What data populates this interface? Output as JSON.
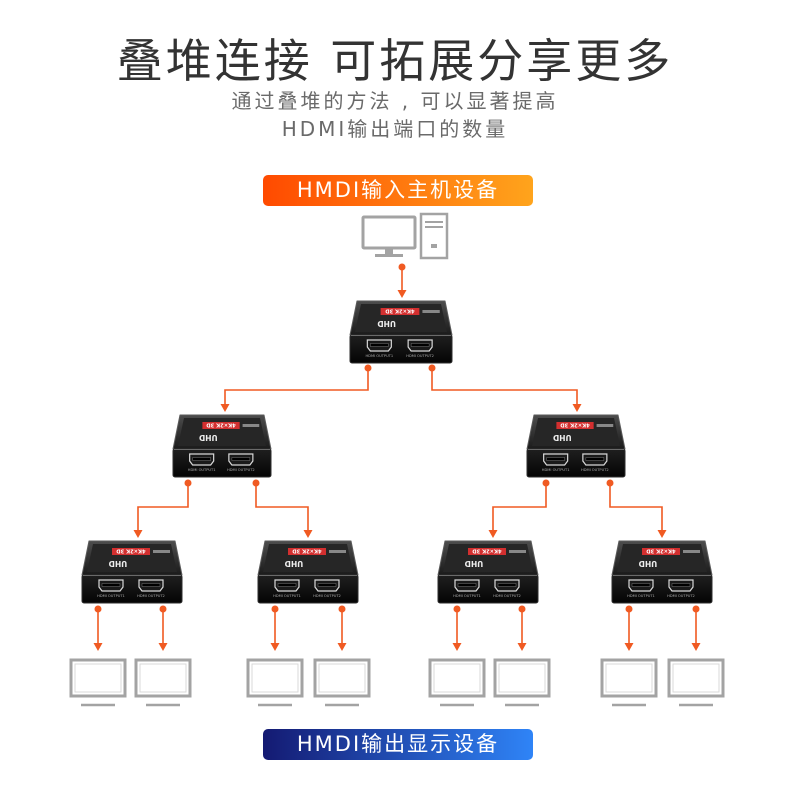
{
  "header": {
    "title": "叠堆连接 可拓展分享更多",
    "subtitle_lines": [
      "通过叠堆的方法 , 可以显著提高",
      "HDMI输出端口的数量"
    ]
  },
  "input_badge": {
    "label": "HMDI输入主机设备",
    "gradient": [
      "#ff4a00",
      "#ffa41c"
    ]
  },
  "output_badge": {
    "label": "HMDI输出显示设备",
    "gradient": [
      "#141a72",
      "#2f84f7"
    ]
  },
  "splitter": {
    "model_label": "UHD",
    "resolution_badge": "4K×2K 3D",
    "port_labels": [
      "HDMI OUTPUT1",
      "HDMI OUTPUT2"
    ]
  },
  "icons": {
    "source_device": [
      "monitor-icon",
      "pc-tower-icon"
    ],
    "splitter_device": "hdmi-splitter-icon",
    "display_device": "monitor-icon"
  },
  "colors": {
    "connector": "#f05a22",
    "icon_gray": "#a3a3a3",
    "icon_inner": "#d9d9d9",
    "resolution_badge_bg": "#d32f2f",
    "device_body": "#0b0b0b",
    "port_outline": "#d8d8d8"
  }
}
